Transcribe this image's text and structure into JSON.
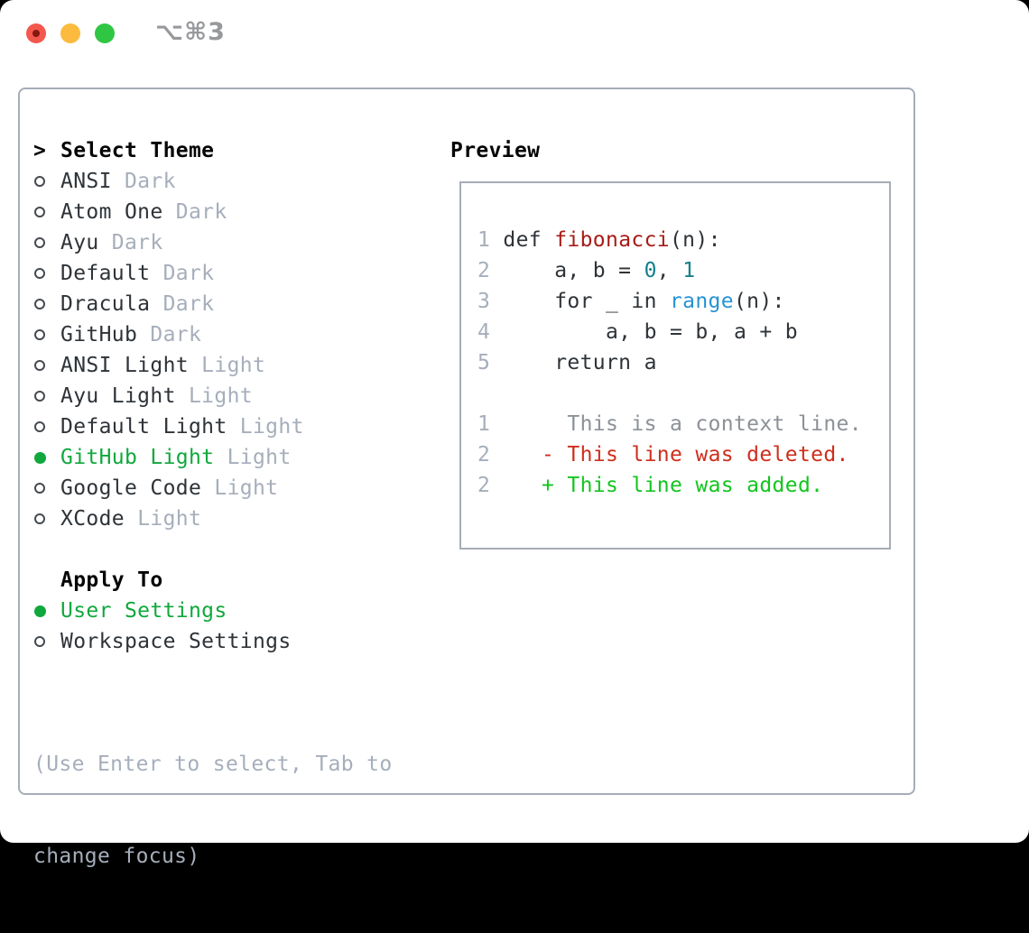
{
  "titlebar": {
    "shortcut": "⌥⌘3"
  },
  "theme_picker": {
    "prompt": ">",
    "header": "Select Theme",
    "themes": [
      {
        "name": "ANSI",
        "tag": "Dark",
        "selected": false
      },
      {
        "name": "Atom One",
        "tag": "Dark",
        "selected": false
      },
      {
        "name": "Ayu",
        "tag": "Dark",
        "selected": false
      },
      {
        "name": "Default",
        "tag": "Dark",
        "selected": false
      },
      {
        "name": "Dracula",
        "tag": "Dark",
        "selected": false
      },
      {
        "name": "GitHub",
        "tag": "Dark",
        "selected": false
      },
      {
        "name": "ANSI Light",
        "tag": "Light",
        "selected": false
      },
      {
        "name": "Ayu Light",
        "tag": "Light",
        "selected": false
      },
      {
        "name": "Default Light",
        "tag": "Light",
        "selected": false
      },
      {
        "name": "GitHub Light",
        "tag": "Light",
        "selected": true
      },
      {
        "name": "Google Code",
        "tag": "Light",
        "selected": false
      },
      {
        "name": "XCode",
        "tag": "Light",
        "selected": false
      }
    ],
    "apply_to": {
      "header": "Apply To",
      "options": [
        {
          "name": "User Settings",
          "selected": true
        },
        {
          "name": "Workspace Settings",
          "selected": false
        }
      ]
    },
    "hint_lines": [
      "(Use Enter to select, Tab to",
      "change focus)"
    ]
  },
  "preview": {
    "header": "Preview",
    "lines": [
      {
        "segments": [
          {
            "text": "1",
            "style": "linenum"
          },
          {
            "text": " def ",
            "style": "code"
          },
          {
            "text": "fibonacci",
            "style": "function"
          },
          {
            "text": "(n):",
            "style": "code"
          }
        ]
      },
      {
        "segments": [
          {
            "text": "2",
            "style": "linenum"
          },
          {
            "text": "     a, b = ",
            "style": "code"
          },
          {
            "text": "0",
            "style": "number"
          },
          {
            "text": ", ",
            "style": "code"
          },
          {
            "text": "1",
            "style": "number"
          }
        ]
      },
      {
        "segments": [
          {
            "text": "3",
            "style": "linenum"
          },
          {
            "text": "     for _ in ",
            "style": "code"
          },
          {
            "text": "range",
            "style": "builtin"
          },
          {
            "text": "(n):",
            "style": "code"
          }
        ]
      },
      {
        "segments": [
          {
            "text": "4",
            "style": "linenum"
          },
          {
            "text": "         a, b = b, a + b",
            "style": "code"
          }
        ]
      },
      {
        "segments": [
          {
            "text": "5",
            "style": "linenum"
          },
          {
            "text": "     return a",
            "style": "code"
          }
        ]
      },
      {
        "segments": [
          {
            "text": "",
            "style": "code"
          }
        ]
      },
      {
        "segments": [
          {
            "text": "1",
            "style": "linenum"
          },
          {
            "text": "      This is a context line.",
            "style": "context"
          }
        ]
      },
      {
        "segments": [
          {
            "text": "2",
            "style": "linenum"
          },
          {
            "text": "    ",
            "style": "code"
          },
          {
            "text": "- This line was deleted.",
            "style": "deleted"
          }
        ]
      },
      {
        "segments": [
          {
            "text": "2",
            "style": "linenum"
          },
          {
            "text": "    ",
            "style": "code"
          },
          {
            "text": "+ This line was added.",
            "style": "added"
          }
        ]
      }
    ]
  },
  "colors": {
    "text": "#2e3338",
    "header": "#050505",
    "dim": "#a6aebb",
    "border": "#a6adb8",
    "accent-green": "#10a83c",
    "added-green": "#12c51f",
    "deleted-red": "#ce2e1b",
    "function-red": "#a61c18",
    "number-teal": "#127f8c",
    "builtin-blue": "#2793d3",
    "context-gray": "#8c9197",
    "titlebar-gray": "#97999c",
    "traffic-red": "#f4574d",
    "traffic-yellow": "#fcbb3f",
    "traffic-green": "#2fc644"
  }
}
